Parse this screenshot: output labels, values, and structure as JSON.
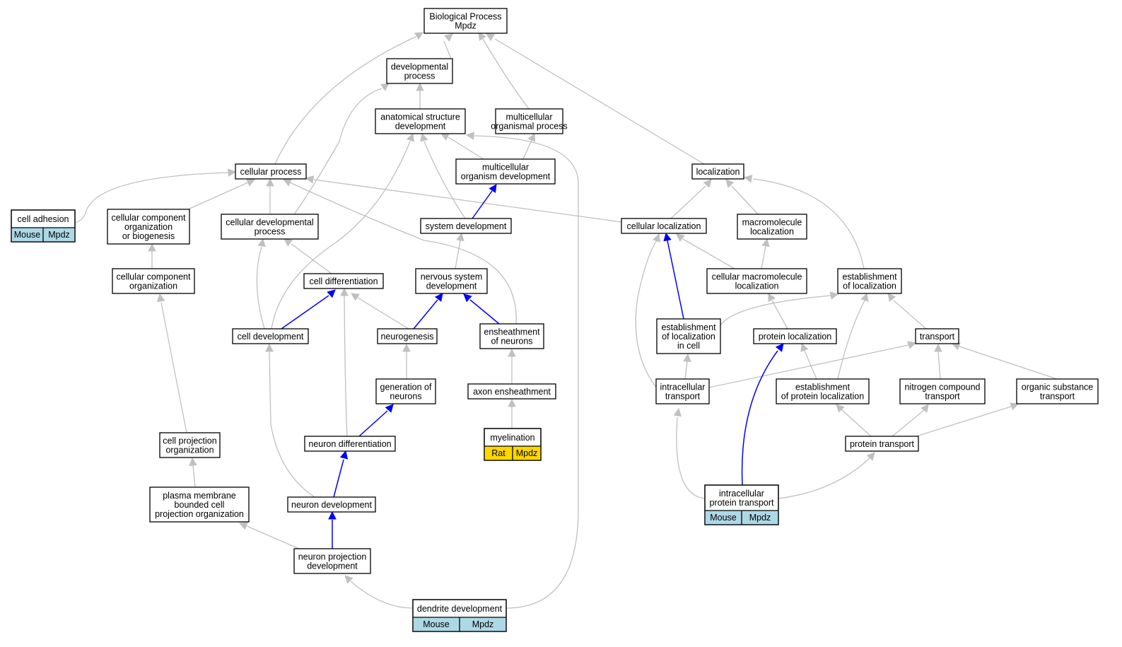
{
  "nodes": {
    "bp": {
      "lines": [
        "Biological Process",
        "Mpdz"
      ]
    },
    "devproc": {
      "lines": [
        "developmental",
        "process"
      ]
    },
    "asd": {
      "lines": [
        "anatomical structure",
        "development"
      ]
    },
    "mop": {
      "lines": [
        "multicellular",
        "organismal process"
      ]
    },
    "cellproc": {
      "lines": [
        "cellular process"
      ]
    },
    "mod": {
      "lines": [
        "multicellular",
        "organism development"
      ]
    },
    "loc": {
      "lines": [
        "localization"
      ]
    },
    "celladh": {
      "lines": [
        "cell adhesion"
      ],
      "tags": [
        "Mouse",
        "Mpdz"
      ]
    },
    "ccob": {
      "lines": [
        "cellular component",
        "organization",
        "or biogenesis"
      ]
    },
    "cdp": {
      "lines": [
        "cellular developmental",
        "process"
      ]
    },
    "sysdev": {
      "lines": [
        "system development"
      ]
    },
    "cellloc": {
      "lines": [
        "cellular localization"
      ]
    },
    "macloc": {
      "lines": [
        "macromolecule",
        "localization"
      ]
    },
    "cco": {
      "lines": [
        "cellular component",
        "organization"
      ]
    },
    "celldiff": {
      "lines": [
        "cell differentiation"
      ]
    },
    "nsd": {
      "lines": [
        "nervous system",
        "development"
      ]
    },
    "cmacloc": {
      "lines": [
        "cellular macromolecule",
        "localization"
      ]
    },
    "estloc": {
      "lines": [
        "establishment",
        "of localization"
      ]
    },
    "celldev": {
      "lines": [
        "cell development"
      ]
    },
    "neurogen": {
      "lines": [
        "neurogenesis"
      ]
    },
    "ensheath": {
      "lines": [
        "ensheathment",
        "of neurons"
      ]
    },
    "estlocc": {
      "lines": [
        "establishment",
        "of localization",
        "in cell"
      ]
    },
    "protloc": {
      "lines": [
        "protein localization"
      ]
    },
    "transport": {
      "lines": [
        "transport"
      ]
    },
    "genneur": {
      "lines": [
        "generation of",
        "neurons"
      ]
    },
    "axon": {
      "lines": [
        "axon ensheathment"
      ]
    },
    "ictrans": {
      "lines": [
        "intracellular",
        "transport"
      ]
    },
    "estprot": {
      "lines": [
        "establishment",
        "of protein localization"
      ]
    },
    "ncomp": {
      "lines": [
        "nitrogen compound",
        "transport"
      ]
    },
    "orgsub": {
      "lines": [
        "organic substance",
        "transport"
      ]
    },
    "cpo": {
      "lines": [
        "cell projection",
        "organization"
      ]
    },
    "neurdiff": {
      "lines": [
        "neuron differentiation"
      ]
    },
    "myelin": {
      "lines": [
        "myelination"
      ],
      "tags": [
        "Rat",
        "Mpdz"
      ]
    },
    "prottrans": {
      "lines": [
        "protein transport"
      ]
    },
    "pmb": {
      "lines": [
        "plasma membrane",
        "bounded cell",
        "projection organization"
      ]
    },
    "neurdev": {
      "lines": [
        "neuron development"
      ]
    },
    "icprot": {
      "lines": [
        "intracellular",
        "protein transport"
      ],
      "tags": [
        "Mouse",
        "Mpdz"
      ]
    },
    "npd": {
      "lines": [
        "neuron projection",
        "development"
      ]
    },
    "dendrite": {
      "lines": [
        "dendrite development"
      ],
      "tags": [
        "Mouse",
        "Mpdz"
      ]
    }
  },
  "colors": {
    "edge_default": "#c0c0c0",
    "edge_highlight": "#0000ff",
    "tag_mouse": "#add8e6",
    "tag_rat": "#ffd700"
  }
}
